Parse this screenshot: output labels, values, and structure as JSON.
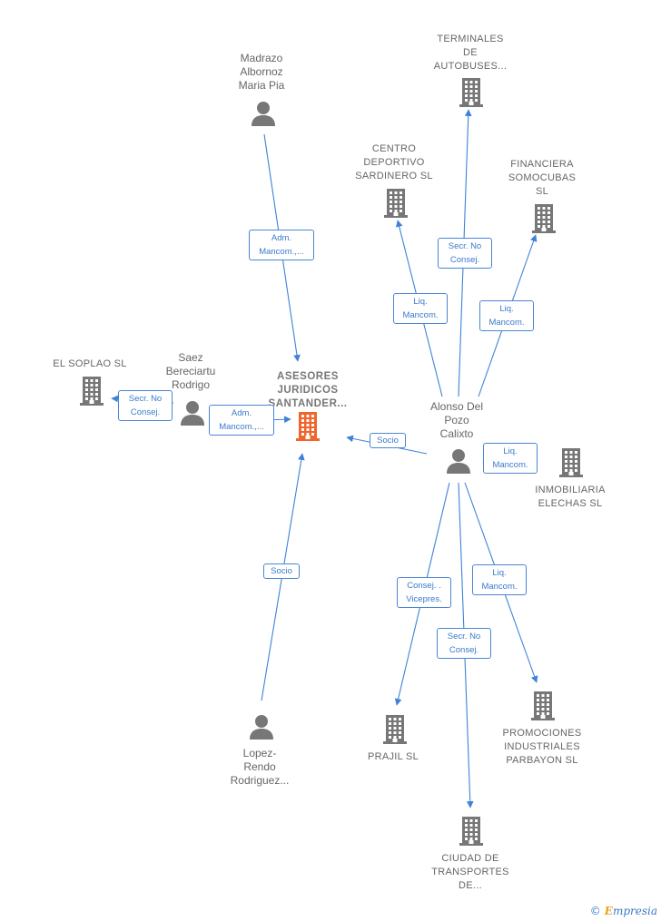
{
  "colors": {
    "edge": "#3f82d8",
    "icon_gray": "#777777",
    "center_icon": "#f0652d"
  },
  "nodes": {
    "center": {
      "label": "ASESORES\nJURIDICOS\nSANTANDER...",
      "type": "company-main"
    },
    "madrazo": {
      "label": "Madrazo\nAlbornoz\nMaria Pia",
      "type": "person"
    },
    "terminales": {
      "label": "TERMINALES\nDE\nAUTOBUSES...",
      "type": "company"
    },
    "centro": {
      "label": "CENTRO\nDEPORTIVO\nSARDINERO SL",
      "type": "company"
    },
    "financiera": {
      "label": "FINANCIERA\nSOMOCUBAS\nSL",
      "type": "company"
    },
    "soplao": {
      "label": "EL SOPLAO SL",
      "type": "company"
    },
    "saez": {
      "label": "Saez\nBereciartu\nRodrigo",
      "type": "person"
    },
    "alonso": {
      "label": "Alonso Del\nPozo\nCalixto",
      "type": "person"
    },
    "inmobiliaria": {
      "label": "INMOBILIARIA\nELECHAS  SL",
      "type": "company"
    },
    "lopez": {
      "label": "Lopez-\nRendo\nRodriguez...",
      "type": "person"
    },
    "prajil": {
      "label": "PRAJIL SL",
      "type": "company"
    },
    "promociones": {
      "label": "PROMOCIONES\nINDUSTRIALES\nPARBAYON  SL",
      "type": "company"
    },
    "ciudad": {
      "label": "CIUDAD DE\nTRANSPORTES\nDE...",
      "type": "company"
    }
  },
  "edges": [
    {
      "from": "madrazo",
      "to": "center",
      "label": "Adm.\nMancom.,..."
    },
    {
      "from": "saez",
      "to": "center",
      "label": "Adm.\nMancom.,..."
    },
    {
      "from": "saez",
      "to": "soplao",
      "label": "Secr.  No\nConsej."
    },
    {
      "from": "alonso",
      "to": "center",
      "label": "Socio"
    },
    {
      "from": "lopez",
      "to": "center",
      "label": "Socio"
    },
    {
      "from": "alonso",
      "to": "terminales",
      "label": "Secr.  No\nConsej."
    },
    {
      "from": "alonso",
      "to": "centro",
      "label": "Liq.\nMancom."
    },
    {
      "from": "alonso",
      "to": "financiera",
      "label": "Liq.\nMancom."
    },
    {
      "from": "alonso",
      "to": "inmobiliaria",
      "label": "Liq.\nMancom."
    },
    {
      "from": "alonso",
      "to": "prajil",
      "label": "Consej. .\nVicepres."
    },
    {
      "from": "alonso",
      "to": "ciudad",
      "label": "Secr.  No\nConsej."
    },
    {
      "from": "alonso",
      "to": "promociones",
      "label": "Liq.\nMancom."
    }
  ],
  "brand": {
    "copyright": "©",
    "name_first": "E",
    "name_rest": "mpresia"
  }
}
